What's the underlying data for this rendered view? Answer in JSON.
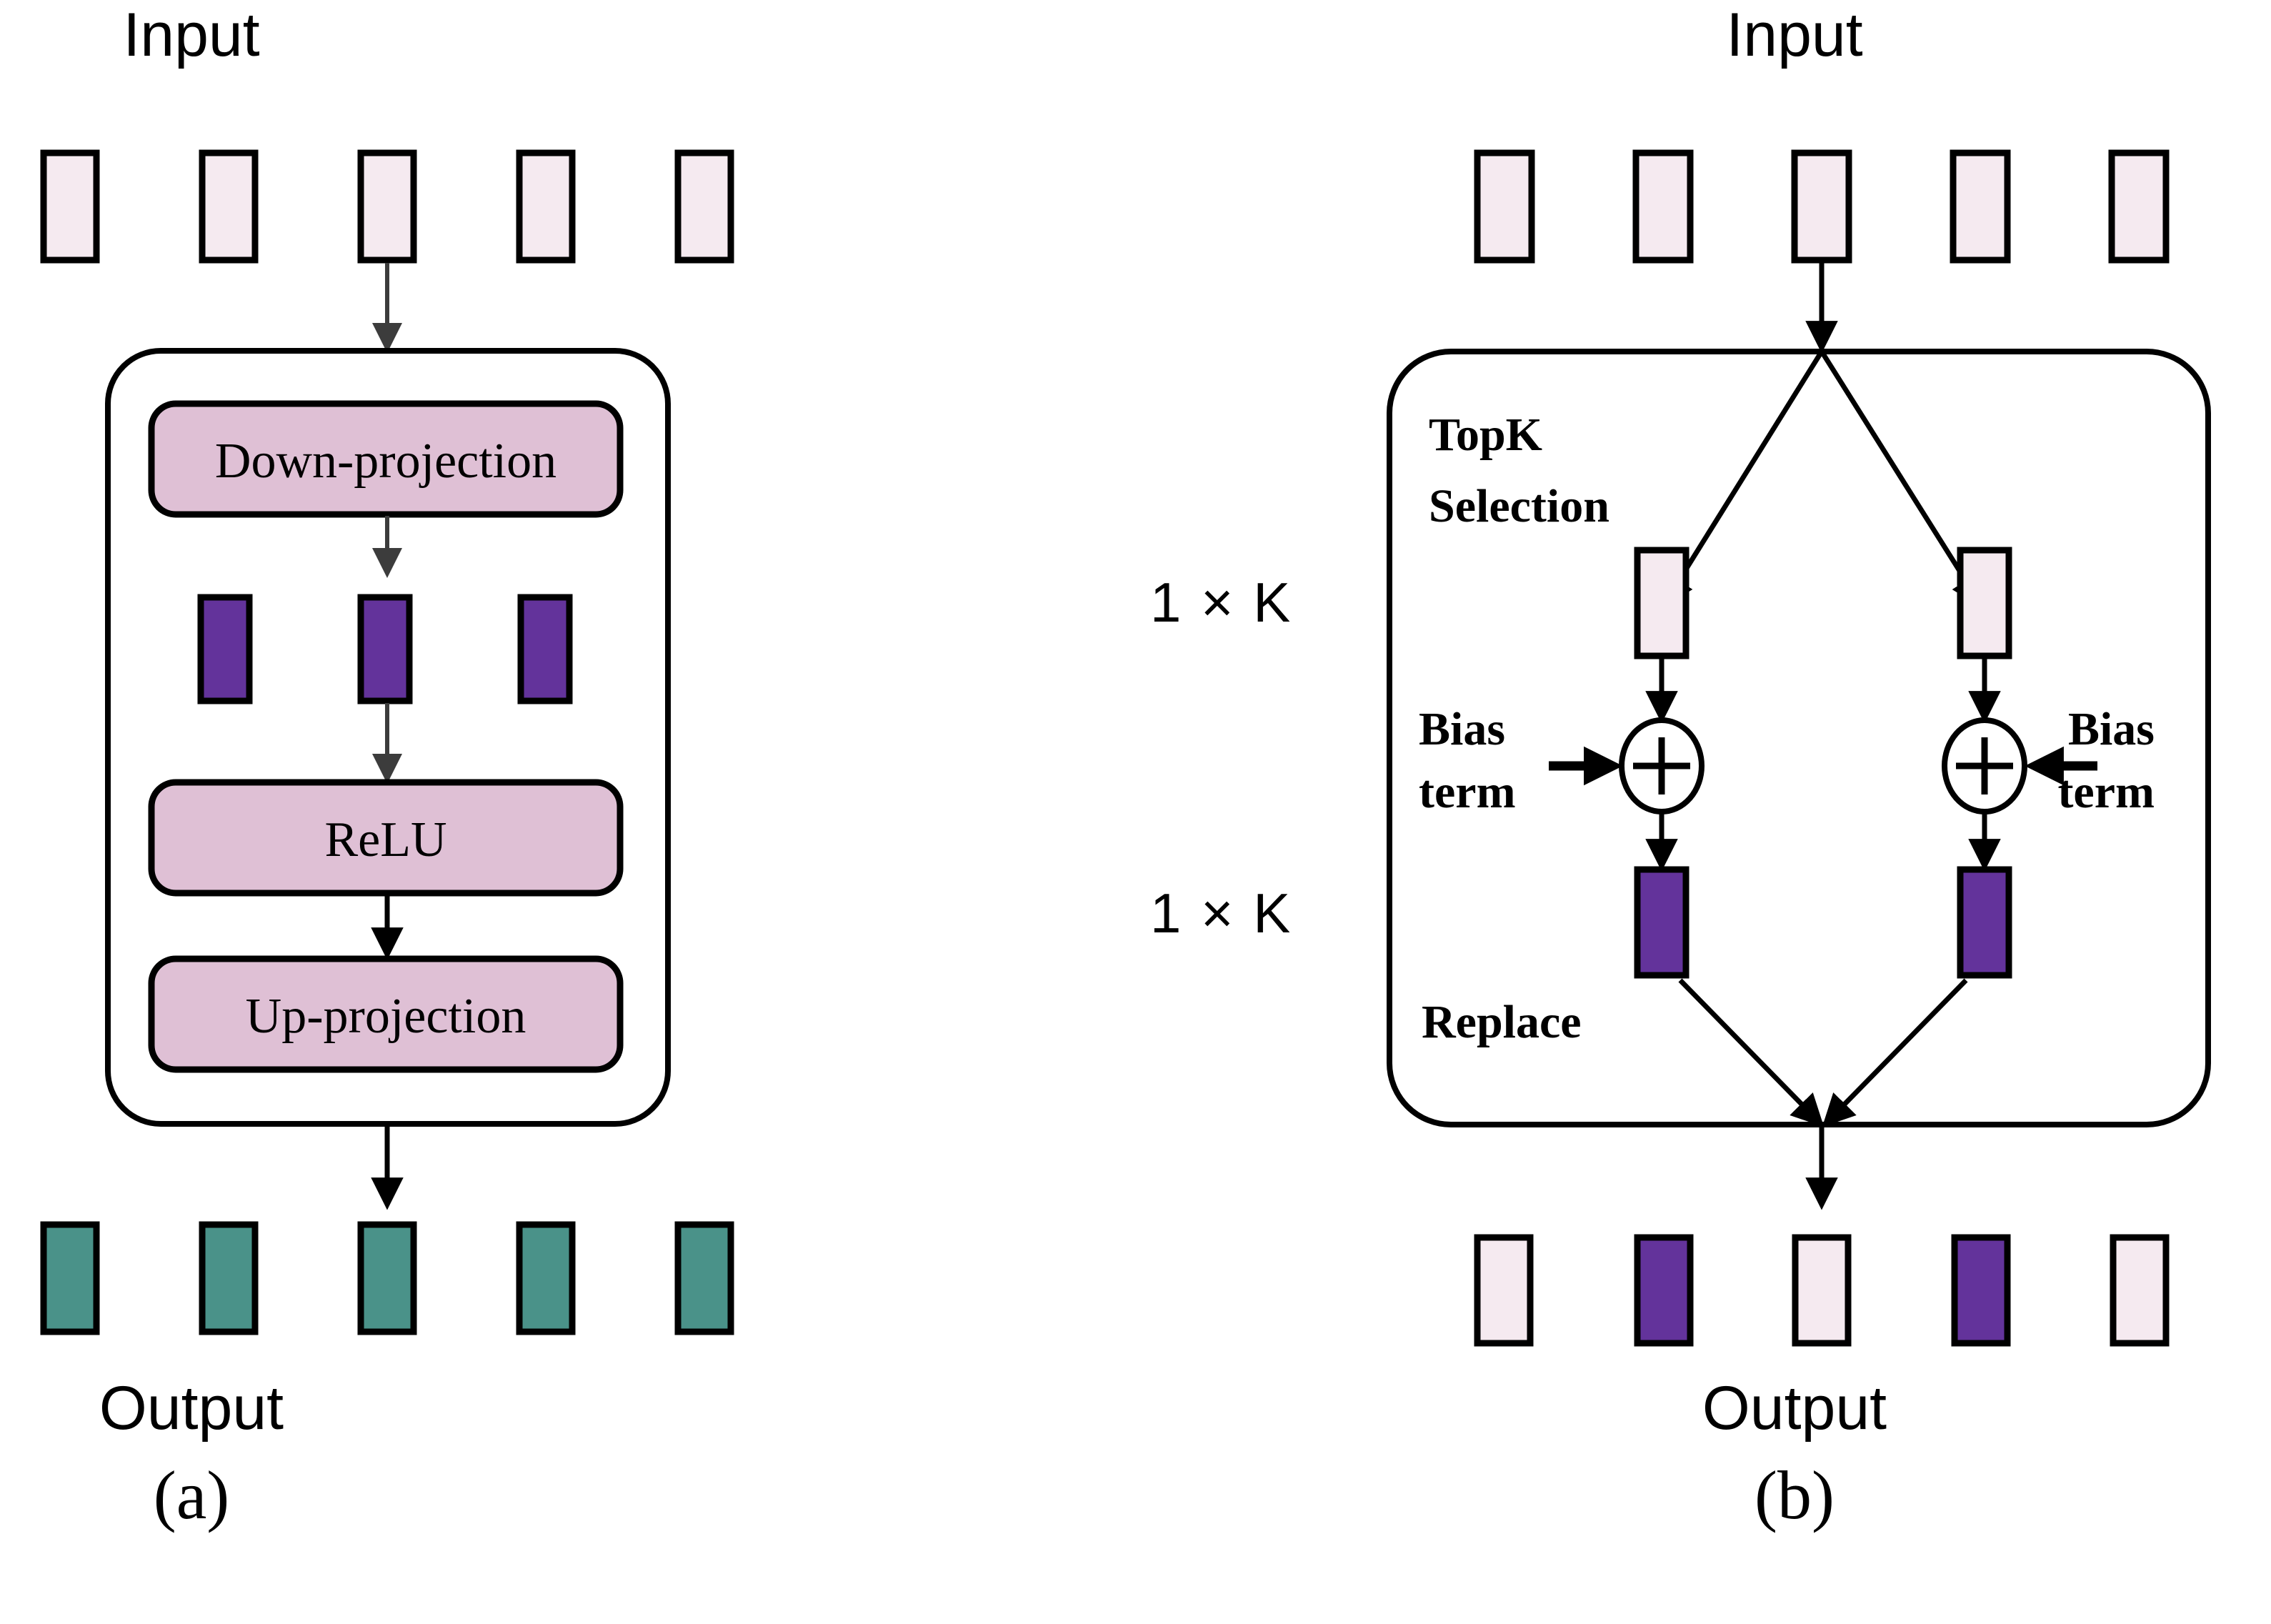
{
  "figure": {
    "background_color": "#ffffff",
    "panels": [
      {
        "id": "a",
        "caption": "(a)",
        "input_title": "Input",
        "output_title": "Output",
        "input_tokens": [
          {
            "fill": "#f5eaf0"
          },
          {
            "fill": "#f5eaf0"
          },
          {
            "fill": "#f5eaf0"
          },
          {
            "fill": "#f5eaf0"
          },
          {
            "fill": "#f5eaf0"
          }
        ],
        "blocks": [
          {
            "label": "Down-projection",
            "fill": "#dfc0d5"
          },
          {
            "label": "ReLU",
            "fill": "#dfc0d5"
          },
          {
            "label": "Up-projection",
            "fill": "#dfc0d5"
          }
        ],
        "bottleneck_tokens": [
          {
            "fill": "#63339b"
          },
          {
            "fill": "#63339b"
          },
          {
            "fill": "#63339b"
          }
        ],
        "output_tokens": [
          {
            "fill": "#4a9289"
          },
          {
            "fill": "#4a9289"
          },
          {
            "fill": "#4a9289"
          },
          {
            "fill": "#4a9289"
          },
          {
            "fill": "#4a9289"
          }
        ]
      },
      {
        "id": "b",
        "caption": "(b)",
        "input_title": "Input",
        "output_title": "Output",
        "topk_label_line1": "TopK",
        "topk_label_line2": "Selection",
        "replace_label": "Replace",
        "bias_label_line1": "Bias",
        "bias_label_line2": "term",
        "dim_label_top": "1 × K",
        "dim_label_bottom": "1 × K",
        "plus_symbol": "+",
        "input_tokens": [
          {
            "fill": "#f5eaf0"
          },
          {
            "fill": "#f5eaf0"
          },
          {
            "fill": "#f5eaf0"
          },
          {
            "fill": "#f5eaf0"
          },
          {
            "fill": "#f5eaf0"
          }
        ],
        "selected_tokens": [
          {
            "fill": "#f5eaf0"
          },
          {
            "fill": "#f5eaf0"
          }
        ],
        "biased_tokens": [
          {
            "fill": "#63339b"
          },
          {
            "fill": "#63339b"
          }
        ],
        "output_tokens": [
          {
            "fill": "#f5eaf0"
          },
          {
            "fill": "#63339b"
          },
          {
            "fill": "#f5eaf0"
          },
          {
            "fill": "#63339b"
          },
          {
            "fill": "#f5eaf0"
          }
        ]
      }
    ],
    "colors": {
      "token_pink": "#f5eaf0",
      "block_pink": "#dfc0d5",
      "token_purple": "#63339b",
      "token_teal": "#4a9289",
      "stroke": "#000000",
      "background": "#ffffff"
    }
  }
}
